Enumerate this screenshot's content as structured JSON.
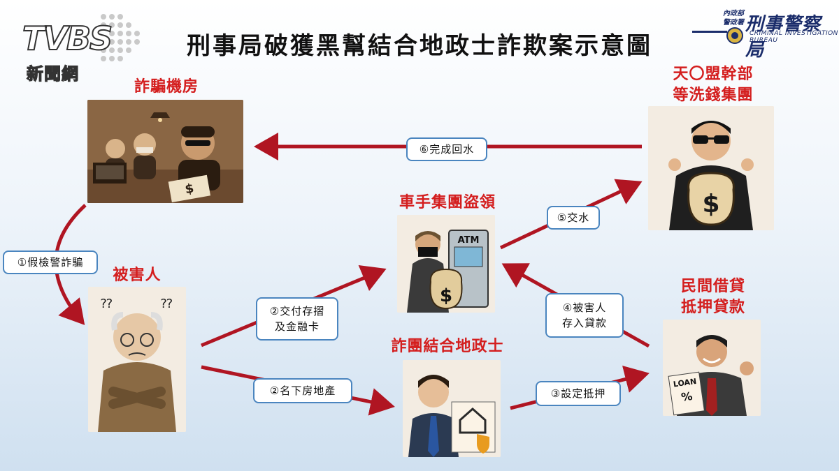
{
  "title": "刑事局破獲黑幫結合地政士詐欺案示意圖",
  "logos": {
    "tvbs": "TVBS",
    "tvbs_sub": "新聞網",
    "cib_small_1": "內政部",
    "cib_small_2": "警政署",
    "cib_main": "刑事警察局",
    "cib_en": "CRIMINAL INVESTIGATION BUREAU"
  },
  "nodes": {
    "scam_center": {
      "title": "詐騙機房"
    },
    "victim": {
      "title": "被害人"
    },
    "money_mule": {
      "title": "車手集團盜領"
    },
    "gang": {
      "line1": "天〇盟幹部",
      "line2": "等洗錢集團"
    },
    "scrivener": {
      "title": "詐團結合地政士"
    },
    "lender": {
      "line1": "民間借貸",
      "line2": "抵押貸款"
    }
  },
  "steps": {
    "s1": "①假檢警詐騙",
    "s2a_line1": "②交付存摺",
    "s2a_line2": "及金融卡",
    "s2b": "②名下房地產",
    "s3": "③設定抵押",
    "s4_line1": "④被害人",
    "s4_line2": "存入貸款",
    "s5": "⑤交水",
    "s6": "⑥完成回水"
  },
  "illustration_text": {
    "atm": "ATM",
    "loan": "LOAN",
    "percent": "%",
    "dollar": "$"
  },
  "colors": {
    "arrow": "#b01522",
    "node_title": "#d41e1e",
    "step_border": "#4a85bf"
  }
}
